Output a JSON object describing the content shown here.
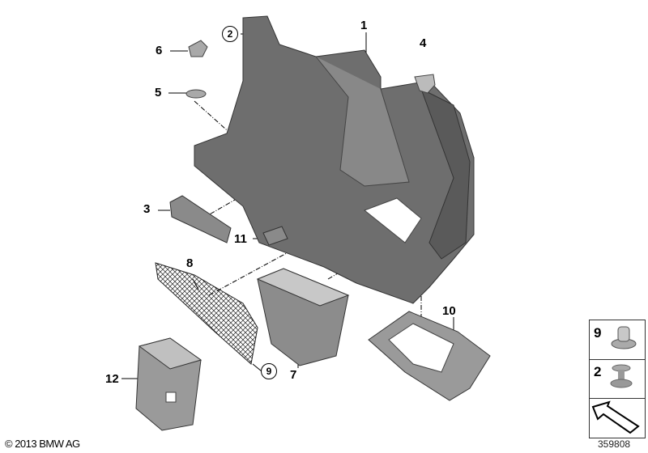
{
  "diagram": {
    "part_labels": [
      {
        "id": "label-1",
        "text": "1"
      },
      {
        "id": "label-4",
        "text": "4"
      },
      {
        "id": "label-6",
        "text": "6"
      },
      {
        "id": "label-5",
        "text": "5"
      },
      {
        "id": "label-3",
        "text": "3"
      },
      {
        "id": "label-11",
        "text": "11"
      },
      {
        "id": "label-8",
        "text": "8"
      },
      {
        "id": "label-10",
        "text": "10"
      },
      {
        "id": "label-12",
        "text": "12"
      },
      {
        "id": "label-7",
        "text": "7"
      }
    ],
    "circled_labels": [
      {
        "id": "circled-2",
        "text": "2"
      },
      {
        "id": "circled-9",
        "text": "9"
      }
    ],
    "legend": [
      {
        "number": "9",
        "part": "clip"
      },
      {
        "number": "2",
        "part": "expanding-rivet"
      }
    ],
    "copyright": "© 2013 BMW AG",
    "diagram_number": "359808",
    "colors": {
      "part_fill": "#6e6e6e",
      "part_light": "#a9a9a9",
      "line": "#000000"
    }
  }
}
